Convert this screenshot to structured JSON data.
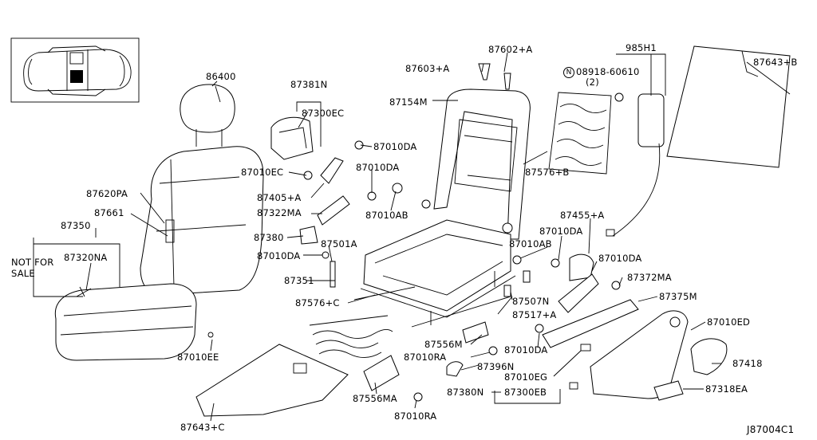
{
  "diagram_code": "J87004C1",
  "note": {
    "line1": "NOT FOR",
    "line2": "SALE"
  },
  "labels": {
    "p86400": "86400",
    "p87381N": "87381N",
    "p87300EC": "87300EC",
    "p87603A": "87603+A",
    "p87602A": "87602+A",
    "p985H1": "985H1",
    "p08918": "08918-60610",
    "p08918_qty": "(2)",
    "p08918_prefix": "N",
    "p87643B": "87643+B",
    "p87154M": "87154M",
    "p87010DA_1": "87010DA",
    "p87010EC": "87010EC",
    "p87010DA_2": "87010DA",
    "p87576B": "87576+B",
    "p87620PA": "87620PA",
    "p87405A": "87405+A",
    "p87661": "87661",
    "p87322MA": "87322MA",
    "p87010AB_1": "87010AB",
    "p87455A": "87455+A",
    "p87350": "87350",
    "p87380": "87380",
    "p87010DA_3": "87010DA",
    "p87010AB_2": "87010AB",
    "p87501A": "87501A",
    "p87320NA": "87320NA",
    "p87010DA_4": "87010DA",
    "p87010DA_5": "87010DA",
    "p87351": "87351",
    "p87372MA": "87372MA",
    "p87576C": "87576+C",
    "p87507N": "87507N",
    "p87375M": "87375M",
    "p87517A": "87517+A",
    "p87010ED": "87010ED",
    "p87556M": "87556M",
    "p87010EE": "87010EE",
    "p87010DA_6": "87010DA",
    "p87010RA_1": "87010RA",
    "p87396N": "87396N",
    "p87418": "87418",
    "p87010EG": "87010EG",
    "p87556MA": "87556MA",
    "p87380N": "87380N",
    "p87300EB": "87300EB",
    "p87318EA": "87318EA",
    "p87010RA_2": "87010RA",
    "p87643C": "87643+C"
  }
}
